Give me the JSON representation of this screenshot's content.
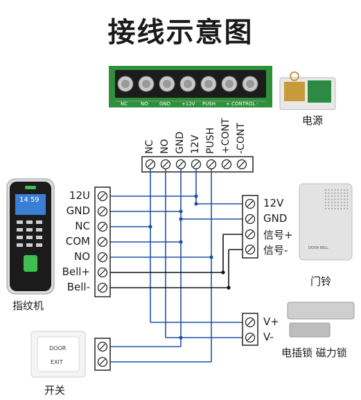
{
  "title": "接线示意图",
  "power_supply": {
    "caption": "电源",
    "strip_labels": [
      "NC",
      "NO",
      "GND",
      "+12V",
      "PUSH",
      "+ CONTROL -"
    ]
  },
  "controller_terminals": [
    "NC",
    "NO",
    "GND",
    "12V",
    "PUSH",
    "+CONT",
    "-CONT"
  ],
  "fingerprint_reader": {
    "caption": "指纹机",
    "terminals": [
      "12U",
      "GND",
      "NC",
      "COM",
      "NO",
      "Bell+",
      "Bell-"
    ],
    "screen_time": "14 59"
  },
  "door_bell": {
    "caption": "门铃",
    "terminals": [
      "12V",
      "GND",
      "信号+",
      "信号-"
    ],
    "device_text": "DOOR BELL"
  },
  "lock": {
    "caption": "电插锁 磁力锁",
    "terminals": [
      "V+",
      "V-"
    ]
  },
  "exit_switch": {
    "caption": "开关",
    "device_text_top": "DOOR",
    "device_text_bottom": "EXIT"
  },
  "colors": {
    "wire": "#1f4fa8",
    "wire_black": "#111111",
    "board_green": "#2f8f3a"
  }
}
